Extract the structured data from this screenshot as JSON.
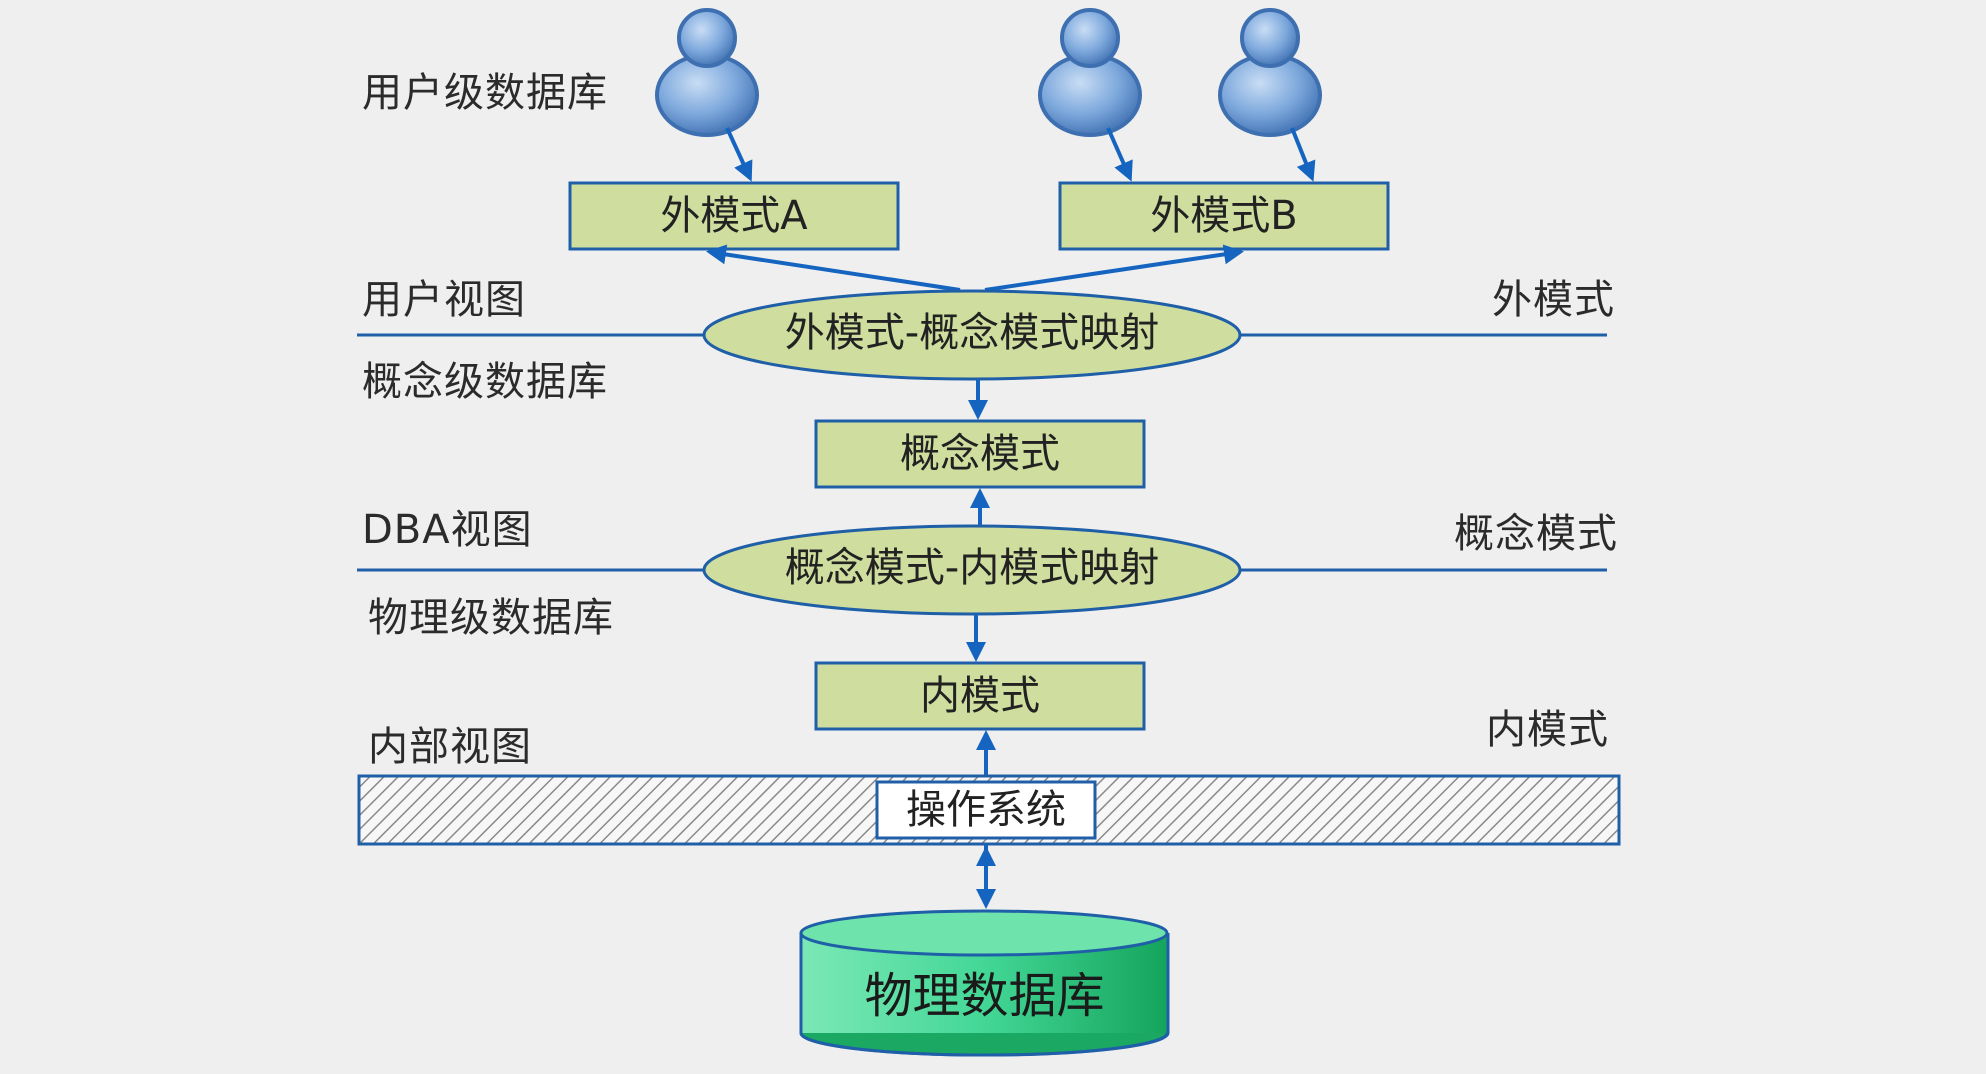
{
  "left_labels": {
    "user_level_db": "用户级数据库",
    "user_view": "用户视图",
    "concept_level_db": "概念级数据库",
    "dba_view": "DBA视图",
    "physical_level_db": "物理级数据库",
    "internal_view": "内部视图"
  },
  "right_labels": {
    "external_schema": "外模式",
    "conceptual_schema": "概念模式",
    "internal_schema": "内模式"
  },
  "boxes": {
    "external_a": "外模式A",
    "external_b": "外模式B",
    "conceptual": "概念模式",
    "internal": "内模式",
    "os": "操作系统"
  },
  "mappings": {
    "external_conceptual": "外模式-概念模式映射",
    "conceptual_internal": "概念模式-内模式映射"
  },
  "database": "物理数据库",
  "colors": {
    "box_fill": "#cfdd9f",
    "box_stroke": "#1f5fa8",
    "ellipse_fill": "#cfdd9f",
    "line": "#1f5fa8",
    "arrow": "#1565c0",
    "db_fill": "#38d08a",
    "user_icon": "#6a9bd6"
  }
}
